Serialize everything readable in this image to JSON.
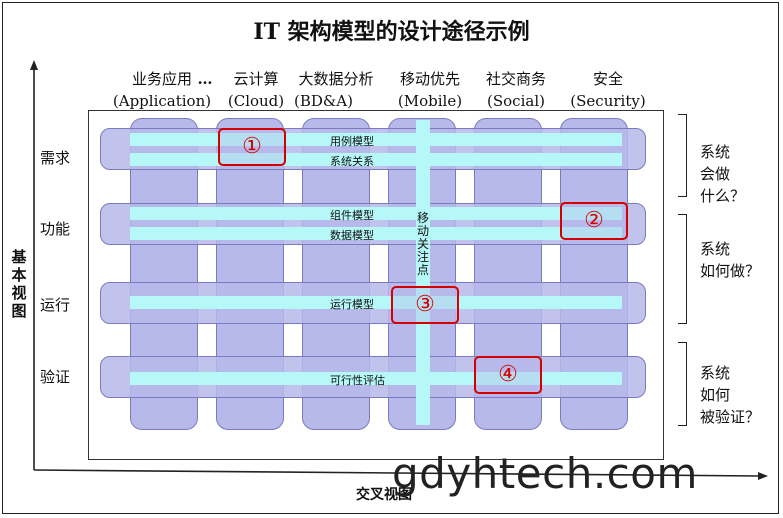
{
  "title": "IT 架构模型的设计途径示例",
  "columns": [
    {
      "name": "业务应用",
      "sub": "(Application)"
    },
    {
      "name": "…",
      "sub": ""
    },
    {
      "name": "云计算",
      "sub": "(Cloud)"
    },
    {
      "name": "大数据分析",
      "sub": "(BD&A)"
    },
    {
      "name": "移动优先",
      "sub": "(Mobile)"
    },
    {
      "name": "社交商务",
      "sub": "(Social)"
    },
    {
      "name": "安全",
      "sub": "(Security)"
    }
  ],
  "rows": [
    "需求",
    "功能",
    "运行",
    "验证"
  ],
  "bars": {
    "use_case": "用例模型",
    "system_relation": "系统关系",
    "component": "组件模型",
    "data": "数据模型",
    "operation": "运行模型",
    "feasibility": "可行性评估",
    "mobile_focus": "移动关注点"
  },
  "markers": [
    "①",
    "②",
    "③",
    "④"
  ],
  "questions": [
    [
      "系统",
      "会做",
      "什么？"
    ],
    [
      "系统",
      "如何做？"
    ],
    [
      "系统",
      "如何",
      "被验证？"
    ]
  ],
  "axes": {
    "y": "基本视图",
    "x": "交叉视图"
  },
  "watermark": "gdyhtech.com",
  "colors": {
    "column_fill": "#b7b9ea",
    "bar_fill": "#b6f7f7",
    "marker": "#d40000"
  }
}
